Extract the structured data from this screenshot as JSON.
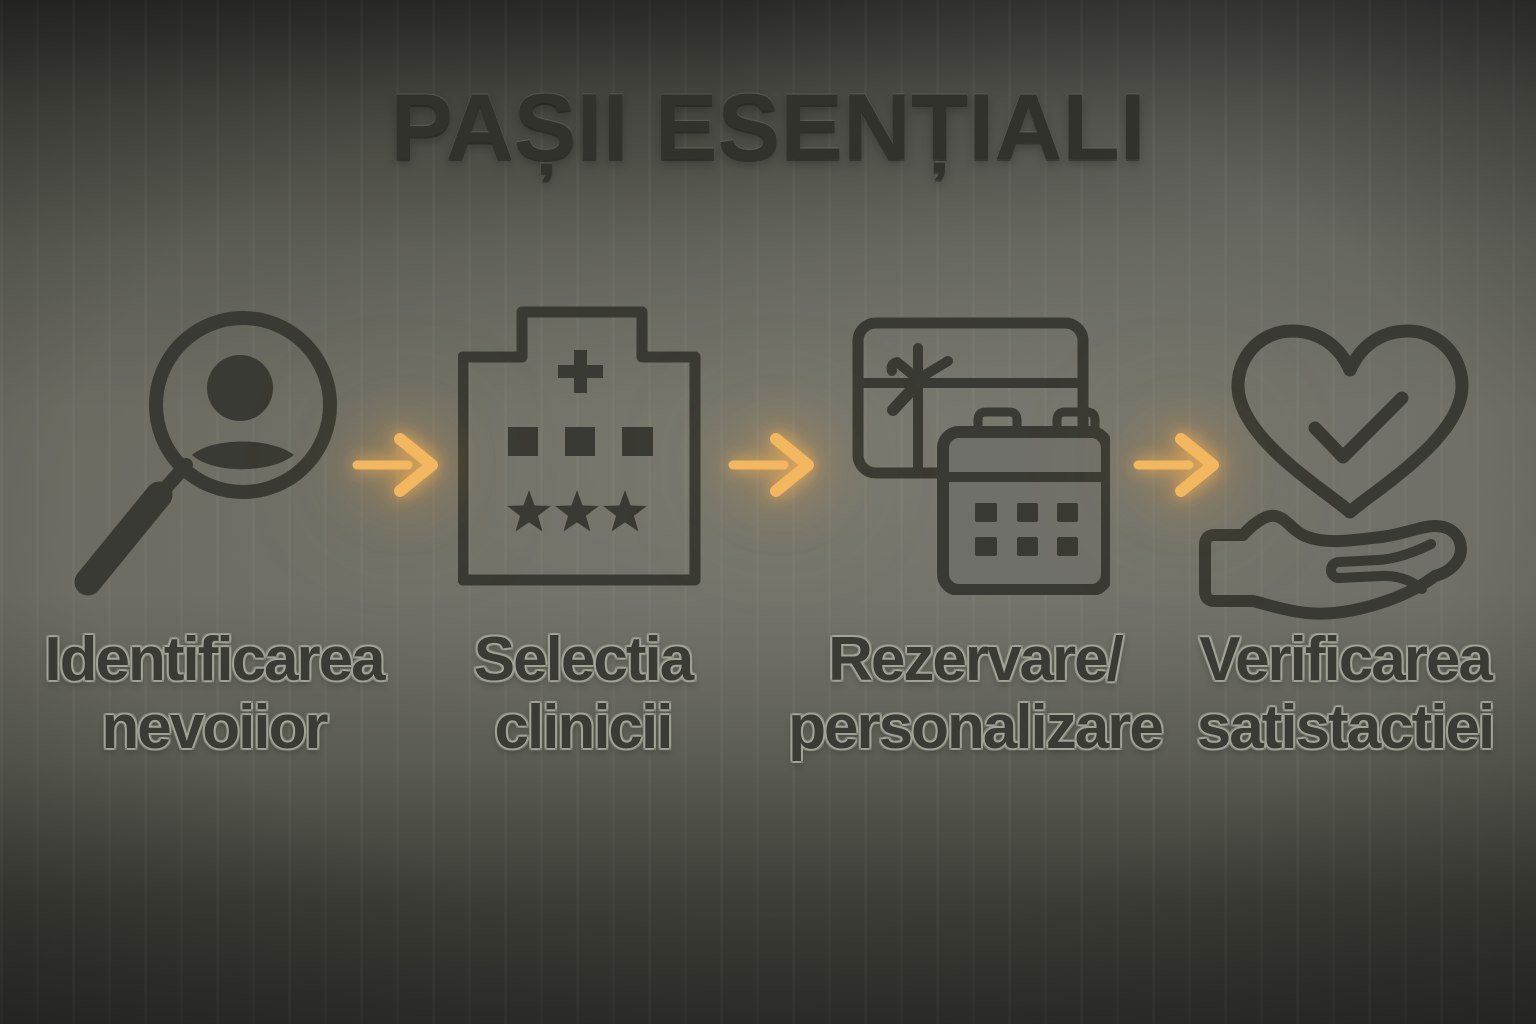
{
  "title": "PAȘII ESENȚIALI",
  "steps": [
    {
      "icon": "magnifier-person-icon",
      "lines": [
        "Identificarea",
        "nevoiior"
      ]
    },
    {
      "icon": "clinic-building-icon",
      "lines": [
        "Selectia",
        "clinicii"
      ]
    },
    {
      "icon": "gift-calendar-icon",
      "lines": [
        "Rezervare/",
        "personalizare"
      ]
    },
    {
      "icon": "heart-check-hand-icon",
      "lines": [
        "Verificarea",
        "satistactiei"
      ]
    }
  ],
  "arrows": {
    "count": 3,
    "direction": "right",
    "color": "#f2b75f",
    "glow_color": "#eda74a"
  },
  "colors": {
    "background_center": "#6e6e66",
    "background_edge": "#2b2c28",
    "icon_stroke": "#393a33",
    "title_text": "#31322c",
    "label_text": "#3a3b35",
    "label_halo": "#a4a69a"
  }
}
